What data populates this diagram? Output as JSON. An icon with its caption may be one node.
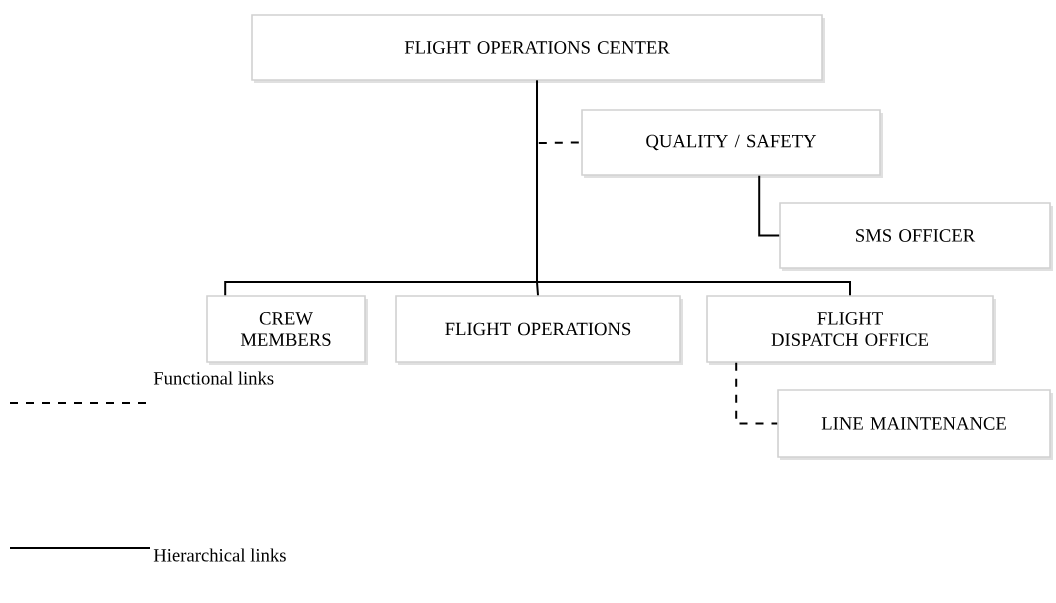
{
  "diagram": {
    "nodes": [
      {
        "text": [
          "FLIGHT OPERATIONS CENTER"
        ]
      },
      {
        "text": [
          "QUALITY / SAFETY"
        ]
      },
      {
        "text": [
          "SMS OFFICER"
        ]
      },
      {
        "text": [
          "CREW MEMBERS"
        ]
      },
      {
        "text": [
          "FLIGHT OPERATIONS"
        ]
      },
      {
        "text": [
          "FLIGHT DISPATCH OFFICE"
        ]
      },
      {
        "text": [
          "LINE MAINTENANCE"
        ]
      }
    ],
    "edges": [
      {
        "from": 0,
        "to": 1,
        "arrow": "none",
        "style": "dashed"
      },
      {
        "from": 1,
        "to": 2,
        "arrow": "none"
      },
      {
        "from": 0,
        "to": 3,
        "arrow": "none"
      },
      {
        "from": 0,
        "to": 4,
        "arrow": "none"
      },
      {
        "from": 0,
        "to": 5,
        "arrow": "none"
      },
      {
        "from": 5,
        "to": 6,
        "arrow": "none",
        "style": "dashed"
      }
    ],
    "legend": [
      {
        "text": "Functional links"
      },
      {
        "text": "Hierarchical links"
      }
    ]
  }
}
